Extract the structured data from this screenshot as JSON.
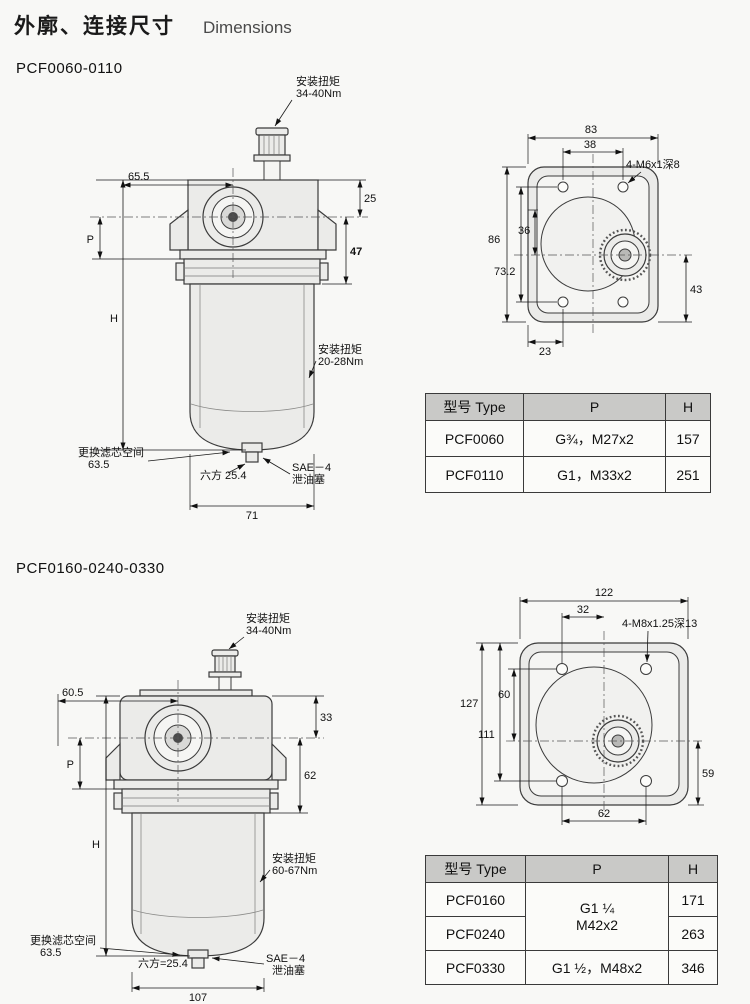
{
  "page": {
    "title_cn": "外廓、连接尺寸",
    "title_en": "Dimensions"
  },
  "s1": {
    "heading": "PCF0060-0110",
    "front": {
      "torque_top_1": "安装扭矩",
      "torque_top_2": "34-40Nm",
      "d65": "65.5",
      "d25": "25",
      "p": "P",
      "d47": "47",
      "h": "H",
      "torque_body_1": "安装扭矩",
      "torque_body_2": "20-28Nm",
      "replace_1": "更换滤芯空间",
      "replace_2": "63.5",
      "hex": "六方 25.4",
      "drain_1": "SAE－4",
      "drain_2": "泄油塞",
      "d71": "71"
    },
    "side": {
      "d83": "83",
      "d38": "38",
      "thread": "4-M6x1深8",
      "d86": "86",
      "d36": "36",
      "d732": "73.2",
      "d43": "43",
      "d23": "23"
    },
    "table": {
      "h_type": "型号 Type",
      "h_p": "P",
      "h_h": "H",
      "rows": [
        {
          "type": "PCF0060",
          "p": "G¾，M27x2",
          "h": "157"
        },
        {
          "type": "PCF0110",
          "p": "G1，M33x2",
          "h": "251"
        }
      ]
    }
  },
  "s2": {
    "heading": "PCF0160-0240-0330",
    "front": {
      "torque_top_1": "安装扭矩",
      "torque_top_2": "34-40Nm",
      "d605": "60.5",
      "d33": "33",
      "p": "P",
      "d62": "62",
      "h": "H",
      "torque_body_1": "安装扭矩",
      "torque_body_2": "60-67Nm",
      "replace_1": "更换滤芯空间",
      "replace_2": "63.5",
      "hex": "六方=25.4",
      "drain_1": "SAE－4",
      "drain_2": "泄油塞",
      "d107": "107"
    },
    "side": {
      "d122": "122",
      "d32": "32",
      "thread": "4-M8x1.25深13",
      "d127": "127",
      "d60": "60",
      "d111": "111",
      "d59": "59",
      "d62": "62"
    },
    "table": {
      "h_type": "型号 Type",
      "h_p": "P",
      "h_h": "H",
      "r1_type": "PCF0160",
      "r1_h": "171",
      "r2_type": "PCF0240",
      "r2_h": "263",
      "p12_1": "G1 ¼",
      "p12_2": "M42x2",
      "r3_type": "PCF0330",
      "r3_p": "G1 ½，M48x2",
      "r3_h": "346"
    }
  }
}
